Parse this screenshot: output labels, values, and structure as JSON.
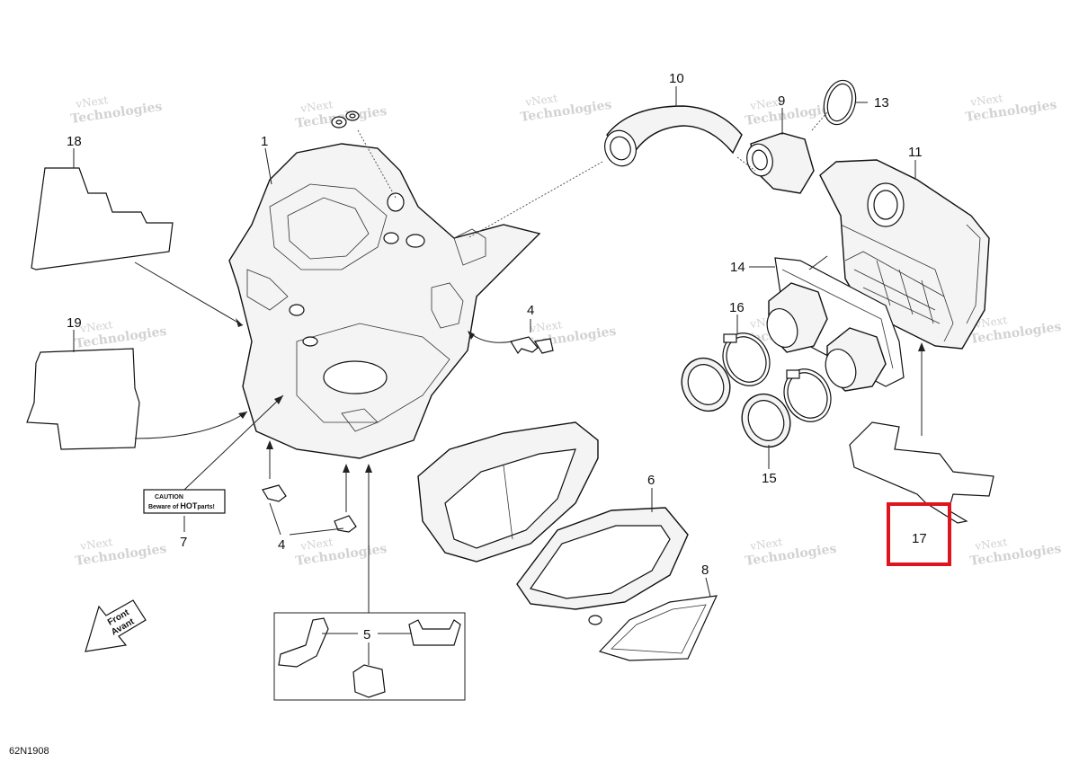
{
  "diagram_code": "62N1908",
  "watermark": {
    "line1": "vNext",
    "line2": "Technologies"
  },
  "callouts": [
    "1",
    "4",
    "4",
    "5",
    "6",
    "7",
    "8",
    "9",
    "10",
    "11",
    "13",
    "14",
    "15",
    "16",
    "17",
    "18",
    "19"
  ],
  "hot_label": {
    "title": "CAUTION",
    "text_prefix": "Beware of ",
    "text_bold": "HOT",
    "text_suffix": "parts!"
  },
  "front_arrow": {
    "line1": "Front",
    "line2": "Avant"
  },
  "highlight": {
    "callout": "17",
    "color": "#e0141e"
  }
}
